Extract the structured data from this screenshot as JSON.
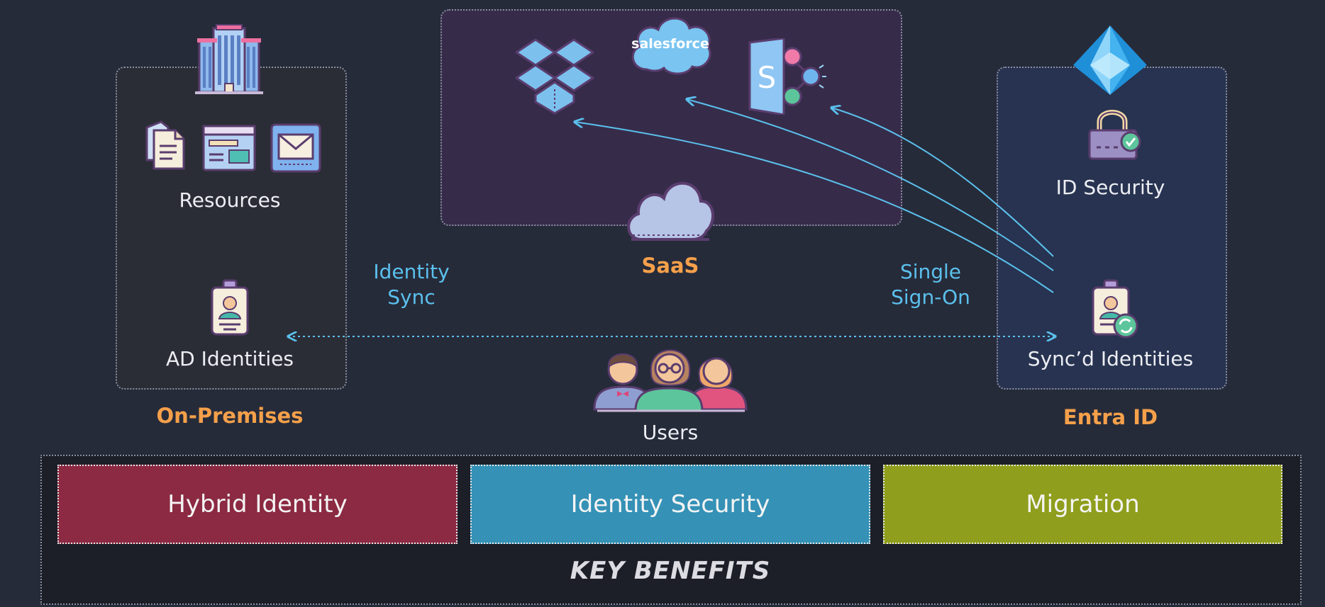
{
  "on_premises": {
    "resources_label": "Resources",
    "ad_identities_label": "AD Identities",
    "title": "On-Premises"
  },
  "saas": {
    "title": "SaaS",
    "salesforce_logo_text": "salesforce",
    "sharepoint_letter": "S"
  },
  "entra": {
    "id_security_label": "ID Security",
    "synced_identities_label": "Sync’d Identities",
    "title": "Entra ID"
  },
  "connectors": {
    "identity_sync": [
      "Identity",
      "Sync"
    ],
    "single_sign_on": [
      "Single",
      "Sign-On"
    ]
  },
  "users_label": "Users",
  "benefits": {
    "items": [
      {
        "label": "Hybrid Identity",
        "color": "#8b2a42"
      },
      {
        "label": "Identity Security",
        "color": "#3591b6"
      },
      {
        "label": "Migration",
        "color": "#8f9e1c"
      }
    ],
    "title": "KEY BENEFITS"
  },
  "colors": {
    "background": "#262b3a",
    "accent_orange": "#f5a04a",
    "accent_blue": "#5bc0ec",
    "saas_panel": "#362c4a",
    "entra_panel": "#273350",
    "onprem_panel": "#2b2d36"
  }
}
